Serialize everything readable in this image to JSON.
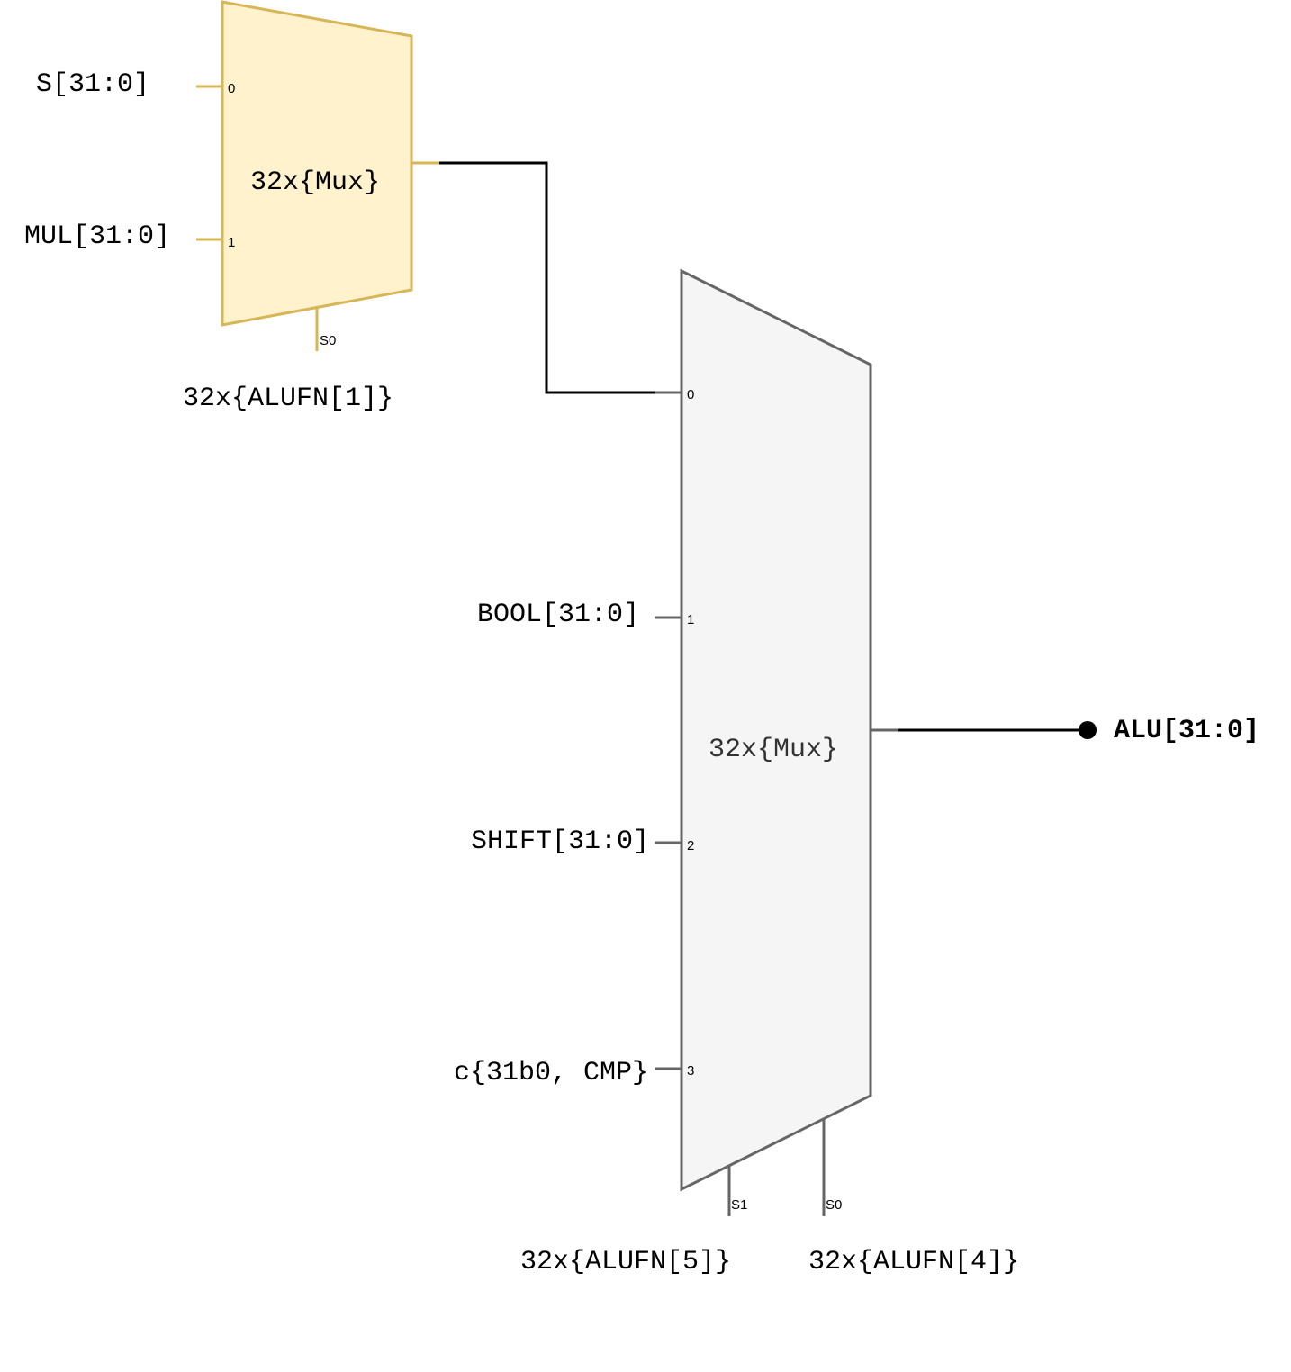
{
  "colors": {
    "mux1_fill": "#fff2cc",
    "mux1_stroke": "#d6b656",
    "mux2_fill": "#f5f5f5",
    "mux2_stroke": "#666666",
    "mux2_text": "#333333",
    "wire": "#000000"
  },
  "mux1": {
    "title": "32x{Mux}",
    "ports": [
      "0",
      "1"
    ],
    "select_port": "S0",
    "select_signal": "32x{ALUFN[1]}"
  },
  "mux2": {
    "title": "32x{Mux}",
    "ports": [
      "0",
      "1",
      "2",
      "3"
    ],
    "select_ports": [
      "S1",
      "S0"
    ],
    "select_signals": [
      "32x{ALUFN[5]}",
      "32x{ALUFN[4]}"
    ]
  },
  "inputs": {
    "s": "S[31:0]",
    "mul": "MUL[31:0]",
    "bool": "BOOL[31:0]",
    "shift": "SHIFT[31:0]",
    "cmp": "c{31b0, CMP}"
  },
  "output": {
    "label": "ALU[31:0]"
  }
}
